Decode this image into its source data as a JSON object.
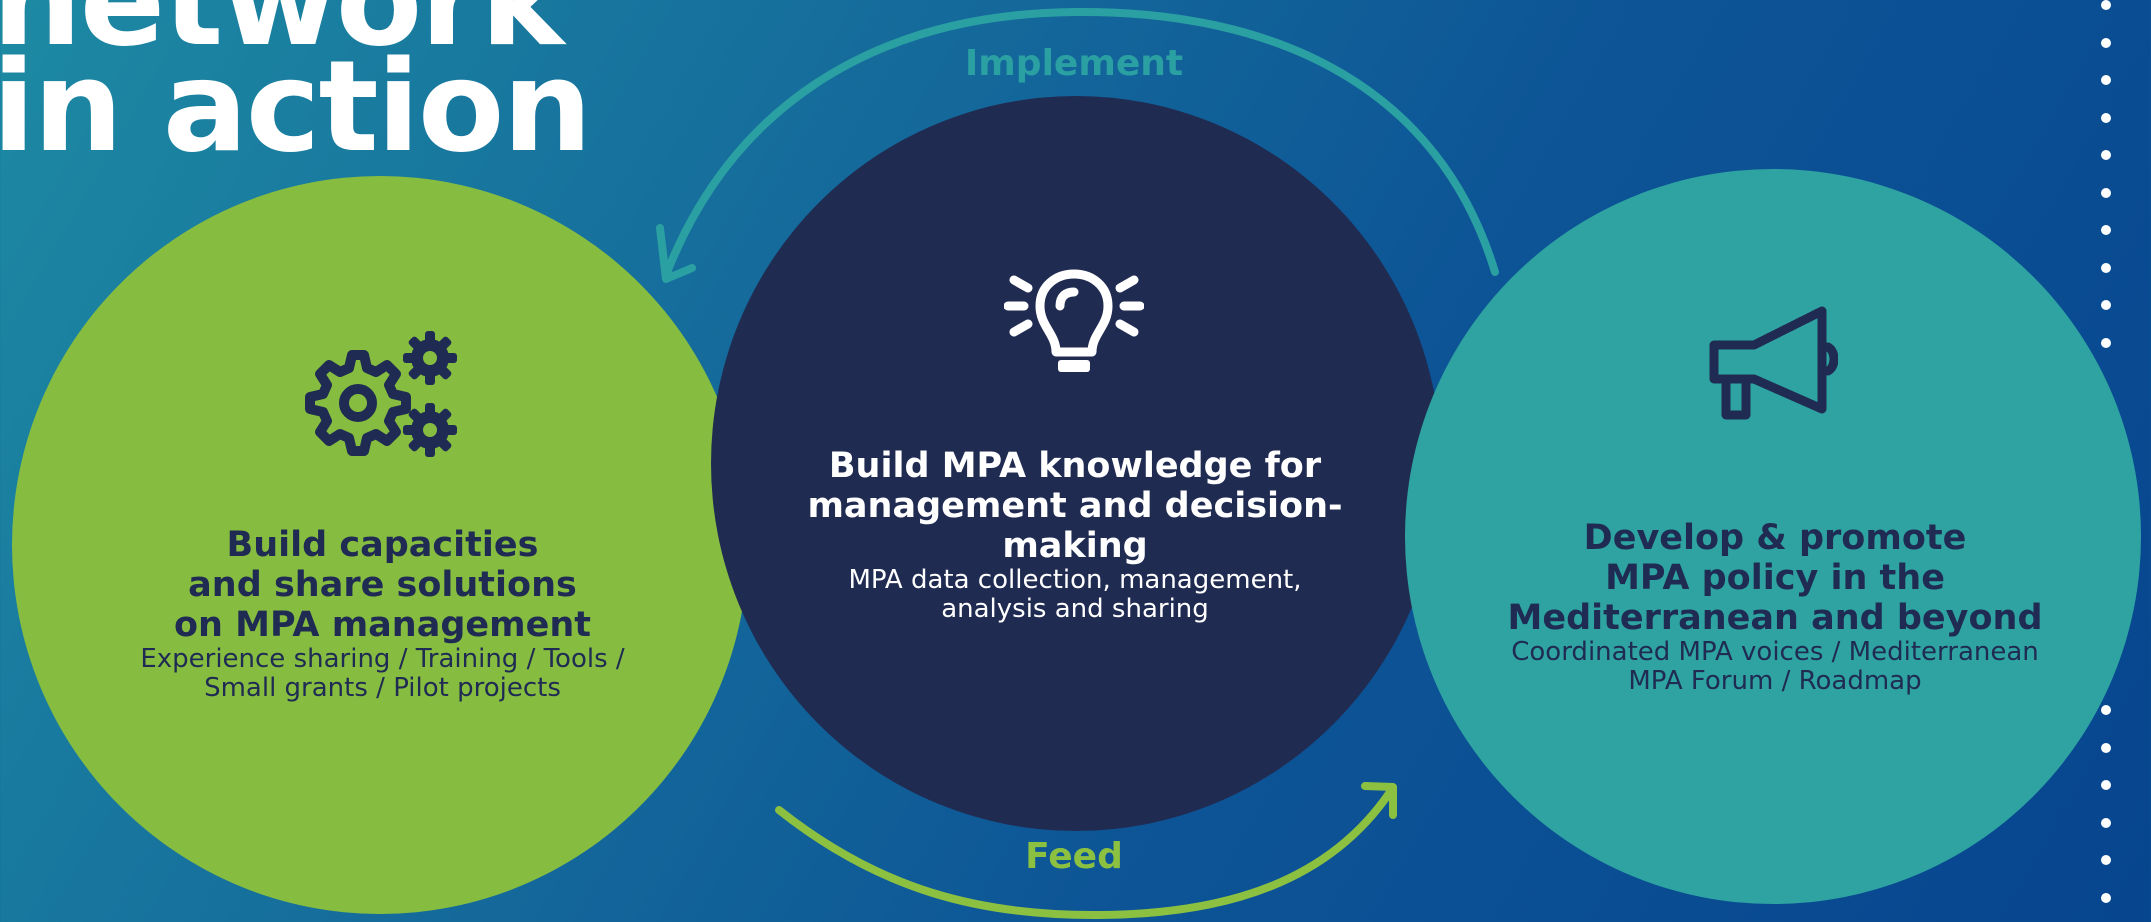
{
  "title": {
    "line1": "network",
    "line2": "in action"
  },
  "cycle_labels": {
    "implement": "Implement",
    "feed": "Feed"
  },
  "blocks": {
    "left": {
      "icon": "gears-icon",
      "heading_lines": [
        "Build capacities",
        "and share solutions",
        "on MPA management"
      ],
      "sub_lines": [
        "Experience sharing / Training / Tools /",
        "Small grants / Pilot projects"
      ]
    },
    "middle": {
      "icon": "lightbulb-icon",
      "heading_lines": [
        "Build MPA knowledge for",
        "management and decision-",
        "making"
      ],
      "sub_lines": [
        "MPA data collection, management,",
        "analysis and sharing"
      ]
    },
    "right": {
      "icon": "megaphone-icon",
      "heading_lines": [
        "Develop & promote",
        "MPA policy in the",
        "Mediterranean and beyond"
      ],
      "sub_lines": [
        "Coordinated MPA voices / Mediterranean",
        "MPA Forum / Roadmap"
      ]
    }
  },
  "colors": {
    "green": "#86bd41",
    "navy": "#202b52",
    "teal": "#2ea3a2",
    "implement_arrow": "#2ba0a3",
    "feed_arrow": "#8cc041"
  }
}
